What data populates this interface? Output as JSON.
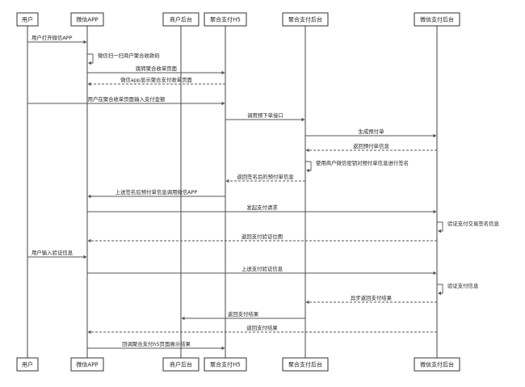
{
  "actors": [
    {
      "id": "user",
      "label": "用户"
    },
    {
      "id": "wechat_app",
      "label": "微信APP"
    },
    {
      "id": "merchant_backend",
      "label": "商户后台"
    },
    {
      "id": "agg_h5",
      "label": "聚合支付H5"
    },
    {
      "id": "agg_backend",
      "label": "聚合支付后台"
    },
    {
      "id": "wechat_backend",
      "label": "微信支付后台"
    }
  ],
  "messages": [
    {
      "from": "user",
      "to": "wechat_app",
      "label": "用户打开微信APP",
      "style": "solid"
    },
    {
      "from": "wechat_app",
      "to": "wechat_app",
      "label": "微信扫一扫商户聚合收款码",
      "style": "solid"
    },
    {
      "from": "wechat_app",
      "to": "agg_h5",
      "label": "跳转聚合收单页面",
      "style": "solid"
    },
    {
      "from": "agg_h5",
      "to": "wechat_app",
      "label": "微信app显示聚合支付收单页面",
      "style": "dashed"
    },
    {
      "from": "user",
      "to": "agg_h5",
      "label": "用户在聚合收单页面输入支付金额",
      "style": "solid"
    },
    {
      "from": "agg_h5",
      "to": "agg_backend",
      "label": "调用预下单接口",
      "style": "solid"
    },
    {
      "from": "agg_backend",
      "to": "wechat_backend",
      "label": "生成预付单",
      "style": "solid"
    },
    {
      "from": "wechat_backend",
      "to": "agg_backend",
      "label": "返回预付单信息",
      "style": "dashed"
    },
    {
      "from": "agg_backend",
      "to": "agg_backend",
      "label": "使用商户微信密钥对预付单信息进行签名",
      "style": "solid"
    },
    {
      "from": "agg_backend",
      "to": "agg_h5",
      "label": "返回签名后的预付单信息",
      "style": "dashed"
    },
    {
      "from": "agg_h5",
      "to": "wechat_app",
      "label": "上送签名后预付单信息调用微信APP",
      "style": "solid"
    },
    {
      "from": "wechat_app",
      "to": "wechat_backend",
      "label": "发起支付请求",
      "style": "solid"
    },
    {
      "from": "wechat_backend",
      "to": "wechat_backend",
      "label": "验证支付交易签名信息",
      "style": "solid"
    },
    {
      "from": "wechat_backend",
      "to": "wechat_app",
      "label": "返回支付验证位图",
      "style": "dashed"
    },
    {
      "from": "user",
      "to": "wechat_app",
      "label": "用户输入验证信息",
      "style": "solid"
    },
    {
      "from": "wechat_app",
      "to": "wechat_backend",
      "label": "上送支付验证信息",
      "style": "solid"
    },
    {
      "from": "wechat_backend",
      "to": "wechat_backend",
      "label": "验证支付信息",
      "style": "solid"
    },
    {
      "from": "wechat_backend",
      "to": "agg_backend",
      "label": "异步返回支付结果",
      "style": "dashed"
    },
    {
      "from": "agg_backend",
      "to": "merchant_backend",
      "label": "返回支付结果",
      "style": "solid"
    },
    {
      "from": "wechat_backend",
      "to": "wechat_app",
      "label": "返回支付结果",
      "style": "dashed"
    },
    {
      "from": "wechat_app",
      "to": "agg_h5",
      "label": "回调聚合支付h5页面展示结果",
      "style": "solid"
    }
  ]
}
